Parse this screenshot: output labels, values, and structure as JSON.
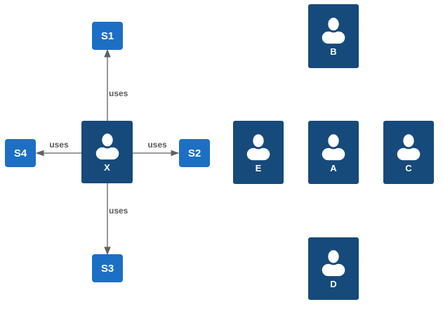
{
  "colors": {
    "service_fill": "#1C6FC4",
    "person_fill": "#164A7B",
    "arrow": "#616161",
    "edge_label_color": "#5A5A5A",
    "node_label_color": "#FFFFFF",
    "canvas_bg": "#FFFFFF"
  },
  "nodes": {
    "x": {
      "label": "X",
      "type": "person-actor"
    },
    "s1": {
      "label": "S1",
      "type": "service"
    },
    "s2": {
      "label": "S2",
      "type": "service"
    },
    "s3": {
      "label": "S3",
      "type": "service"
    },
    "s4": {
      "label": "S4",
      "type": "service"
    },
    "b": {
      "label": "B",
      "type": "person"
    },
    "e": {
      "label": "E",
      "type": "person"
    },
    "a": {
      "label": "A",
      "type": "person"
    },
    "c": {
      "label": "C",
      "type": "person"
    },
    "d": {
      "label": "D",
      "type": "person"
    }
  },
  "edges": {
    "x_s1": {
      "from": "X",
      "to": "S1",
      "label": "uses"
    },
    "x_s2": {
      "from": "X",
      "to": "S2",
      "label": "uses"
    },
    "x_s3": {
      "from": "X",
      "to": "S3",
      "label": "uses"
    },
    "x_s4": {
      "from": "X",
      "to": "S4",
      "label": "uses"
    }
  }
}
